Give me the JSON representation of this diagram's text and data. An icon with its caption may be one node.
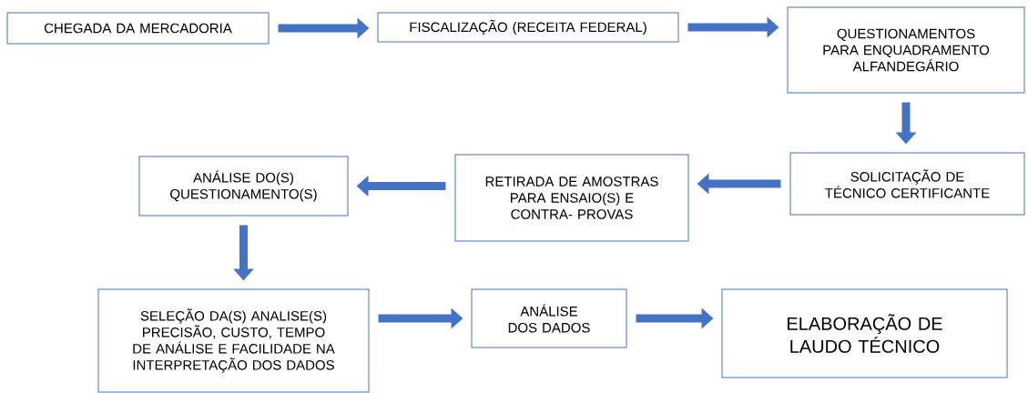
{
  "diagram": {
    "nodes": [
      {
        "text": [
          "CHEGADA DA MERCADORIA"
        ]
      },
      {
        "text": [
          "FISCALIZAÇÃO (RECEITA FEDERAL)"
        ]
      },
      {
        "text": [
          "QUESTIONAMENTOS PARA ENQUADRAMENTO ALFANDEGÁRIO"
        ]
      },
      {
        "text": [
          "SOLICITAÇÃO DE TÉCNICO CERTIFICANTE"
        ]
      },
      {
        "text": [
          "RETIRADA DE AMOSTRAS PARA ENSAIO(S) E CONTRA- PROVAS"
        ]
      },
      {
        "text": [
          "ANÁLISE DO(S) QUESTIONAMENTO(S)"
        ]
      },
      {
        "text": [
          "SELEÇÃO DA(S) ANALISE(S) PRECISÃO, CUSTO, TEMPO DE ANÁLISE E FACILIDADE NA INTERPRETAÇÃO DOS DADOS"
        ]
      },
      {
        "text": [
          "ANÁLISE DOS DADOS"
        ]
      },
      {
        "text": [
          "ELABORAÇÃO DE LAUDO TÉCNICO"
        ]
      }
    ],
    "edges": [
      {
        "from": 0,
        "to": 1,
        "arrow": "to"
      },
      {
        "from": 1,
        "to": 2,
        "arrow": "to"
      },
      {
        "from": 2,
        "to": 3,
        "arrow": "to"
      },
      {
        "from": 3,
        "to": 4,
        "arrow": "to"
      },
      {
        "from": 4,
        "to": 5,
        "arrow": "to"
      },
      {
        "from": 5,
        "to": 6,
        "arrow": "to"
      },
      {
        "from": 6,
        "to": 7,
        "arrow": "to"
      },
      {
        "from": 7,
        "to": 8,
        "arrow": "to"
      }
    ]
  }
}
